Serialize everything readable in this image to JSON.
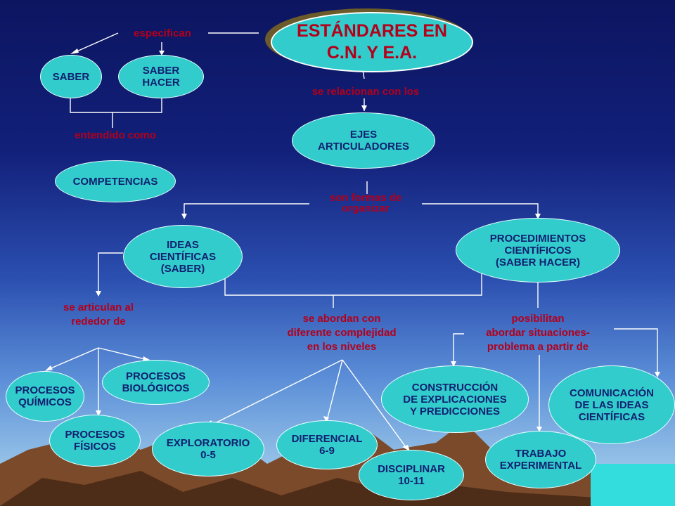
{
  "title": "ESTÁNDARES EN\nC.N. Y  E.A.",
  "colors": {
    "node_fill": "#33cccc",
    "node_text": "#102070",
    "link_text": "#b3001b",
    "title_text": "#b3001b",
    "background_top": "#0c1560",
    "background_bottom": "#a9d3ee"
  },
  "nodes": {
    "saber": "SABER",
    "saber_hacer": "SABER\nHACER",
    "competencias": "COMPETENCIAS",
    "ejes": "EJES\nARTICULADORES",
    "ideas": "IDEAS\nCIENTÍFICAS\n(SABER)",
    "procedimientos": "PROCEDIMIENTOS\nCIENTÍFICOS\n(SABER HACER)",
    "quimicos": "PROCESOS\nQUÍMICOS",
    "biologicos": "PROCESOS\nBIOLÓGICOS",
    "fisicos": "PROCESOS\nFÍSICOS",
    "exploratorio": "EXPLORATORIO\n0-5",
    "diferencial": "DIFERENCIAL\n6-9",
    "disciplinar": "DISCIPLINAR\n10-11",
    "construccion": "CONSTRUCCIÓN\nDE EXPLICACIONES\nY PREDICCIONES",
    "comunicacion": "COMUNICACIÓN\nDE LAS IDEAS\nCIENTÍFICAS",
    "trabajo": "TRABAJO\nEXPERIMENTAL"
  },
  "links": {
    "especifican": "especifican",
    "relacionan": "se relacionan con los",
    "entendido": "entendido como",
    "formas": "son formas de\norganizar",
    "articulan": "se articulan al\nrededor de",
    "abordan": "se abordan con\ndiferente complejidad\nen los niveles",
    "posibilitan": "posibilitan\nabordar situaciones-\nproblema a partir de"
  }
}
